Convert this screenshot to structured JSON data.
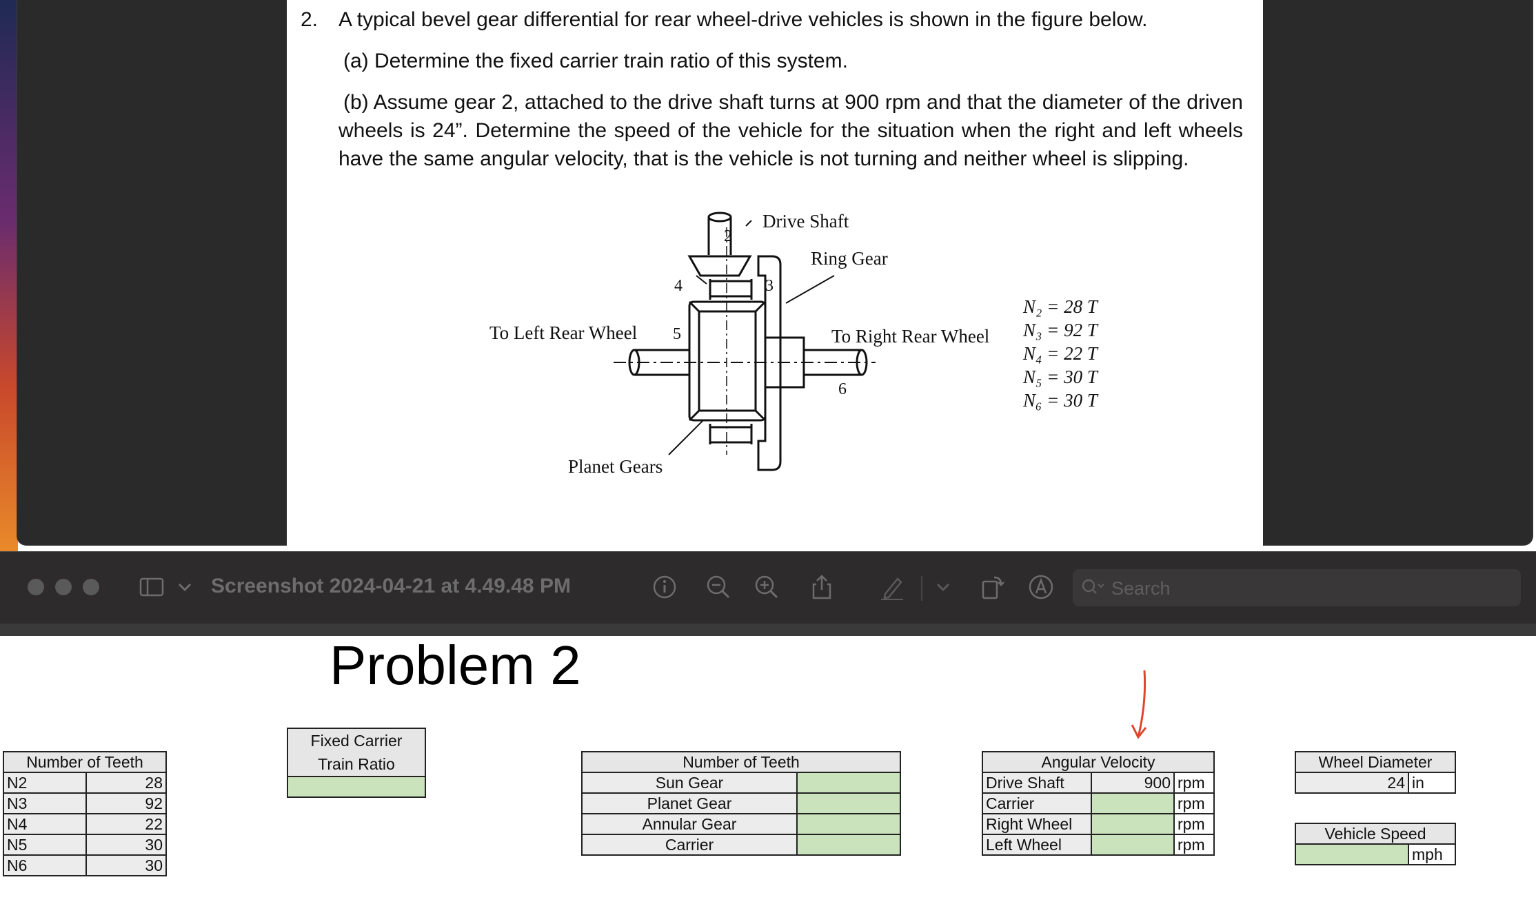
{
  "document": {
    "question_number": "2.",
    "intro": "A typical bevel gear differential for rear wheel-drive vehicles is shown in the figure below.",
    "part_a": "(a) Determine the fixed carrier train ratio of this system.",
    "part_b": "(b) Assume gear 2, attached to the drive shaft turns at 900 rpm and that the diameter of the driven wheels is 24”. Determine the speed of the vehicle for the situation when the right and left wheels have the same angular velocity, that is the vehicle is not turning and neither wheel is slipping.",
    "figure": {
      "drive_shaft": "Drive Shaft",
      "ring_gear": "Ring Gear",
      "to_left": "To Left Rear Wheel",
      "to_right": "To Right Rear Wheel",
      "planet_gears": "Planet Gears",
      "gear_labels": [
        "2",
        "3",
        "4",
        "5",
        "6"
      ],
      "teeth": [
        "N₂ = 28 T",
        "N₃ = 92 T",
        "N₄ = 22 T",
        "N₅ = 30 T",
        "N₆ = 30 T"
      ]
    }
  },
  "toolbar": {
    "title": "Screenshot 2024-04-21 at 4.49.48 PM",
    "search_placeholder": "Search"
  },
  "sheet": {
    "title": "Problem 2",
    "teeth_table": {
      "header": "Number of Teeth",
      "rows": [
        {
          "label": "N2",
          "value": "28"
        },
        {
          "label": "N3",
          "value": "92"
        },
        {
          "label": "N4",
          "value": "22"
        },
        {
          "label": "N5",
          "value": "30"
        },
        {
          "label": "N6",
          "value": "30"
        }
      ]
    },
    "ratio_table": {
      "header_line1": "Fixed Carrier",
      "header_line2": "Train Ratio",
      "value": ""
    },
    "gear_table": {
      "header": "Number of Teeth",
      "rows": [
        {
          "label": "Sun Gear",
          "value": ""
        },
        {
          "label": "Planet Gear",
          "value": ""
        },
        {
          "label": "Annular Gear",
          "value": ""
        },
        {
          "label": "Carrier",
          "value": ""
        }
      ]
    },
    "velocity_table": {
      "header": "Angular Velocity",
      "rows": [
        {
          "label": "Drive Shaft",
          "value": "900",
          "unit": "rpm"
        },
        {
          "label": "Carrier",
          "value": "",
          "unit": "rpm"
        },
        {
          "label": "Right Wheel",
          "value": "",
          "unit": "rpm"
        },
        {
          "label": "Left Wheel",
          "value": "",
          "unit": "rpm"
        }
      ]
    },
    "wheel_table": {
      "header": "Wheel Diameter",
      "value": "24",
      "unit": "in"
    },
    "speed_table": {
      "header": "Vehicle Speed",
      "value": "",
      "unit": "mph"
    }
  },
  "colors": {
    "input_fill": "#cbe3bc",
    "annotation_arrow": "#e0442a",
    "toolbar_bg": "#2e2b2c"
  }
}
